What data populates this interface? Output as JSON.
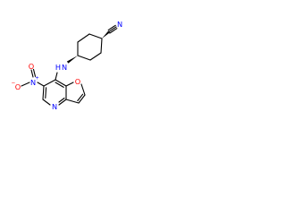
{
  "molecule": {
    "atoms": {
      "nitrile_n": {
        "text": "N",
        "color": "#0000ff"
      },
      "amine_n": {
        "text": "N",
        "color": "#0000ff"
      },
      "amine_h": {
        "text": "H",
        "color": "#0000ff"
      },
      "nitro_n": {
        "text": "N",
        "color": "#0000ff"
      },
      "nitro_n_charge": {
        "text": "+",
        "color": "#0000ff"
      },
      "nitro_o_minus": {
        "text": "O",
        "color": "#ff0000"
      },
      "nitro_o_minus_charge": {
        "text": "−",
        "color": "#ff0000"
      },
      "nitro_o_double": {
        "text": "O",
        "color": "#ff0000"
      },
      "furan_o": {
        "text": "O",
        "color": "#ff0000"
      },
      "pyridine_n": {
        "text": "N",
        "color": "#0000ff"
      }
    },
    "bond_color": "#000000"
  }
}
